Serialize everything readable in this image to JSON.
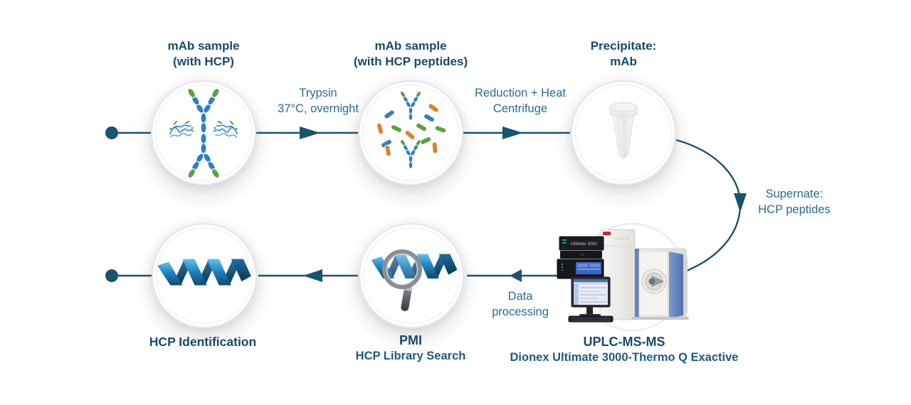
{
  "colors": {
    "flow_line": "#1a536f",
    "title_text": "#174a6b",
    "label_text": "#2a6b92",
    "subtitle_text": "#1d5a80",
    "antibody_blue": "#2e7fc1",
    "tip_green": "#58a33c",
    "peptide_orange": "#d9822e",
    "helix_light": "#62c1ec",
    "helix_dark": "#0b3a5c"
  },
  "nodes": {
    "sample1": {
      "line1": "mAb sample",
      "line2": "(with HCP)"
    },
    "sample2": {
      "line1": "mAb sample",
      "line2": "(with HCP peptides)"
    },
    "precipitate": {
      "line1": "Precipitate:",
      "line2": "mAb"
    },
    "instrument": {
      "title": "UPLC-MS-MS",
      "subtitle": "Dionex Ultimate 3000-Thermo Q Exactive",
      "device_label": "UltiMate 3000"
    },
    "pmi": {
      "title": "PMI",
      "subtitle": "HCP Library Search"
    },
    "identification": {
      "title": "HCP Identification"
    }
  },
  "edges": {
    "trypsin": {
      "line1": "Trypsin",
      "line2": "37°C, overnight"
    },
    "reduction": {
      "line1": "Reduction + Heat",
      "line2": "Centrifuge"
    },
    "supernate": {
      "line1": "Supernate:",
      "line2": "HCP peptides"
    },
    "data_processing": {
      "line1": "Data",
      "line2": "processing"
    }
  }
}
